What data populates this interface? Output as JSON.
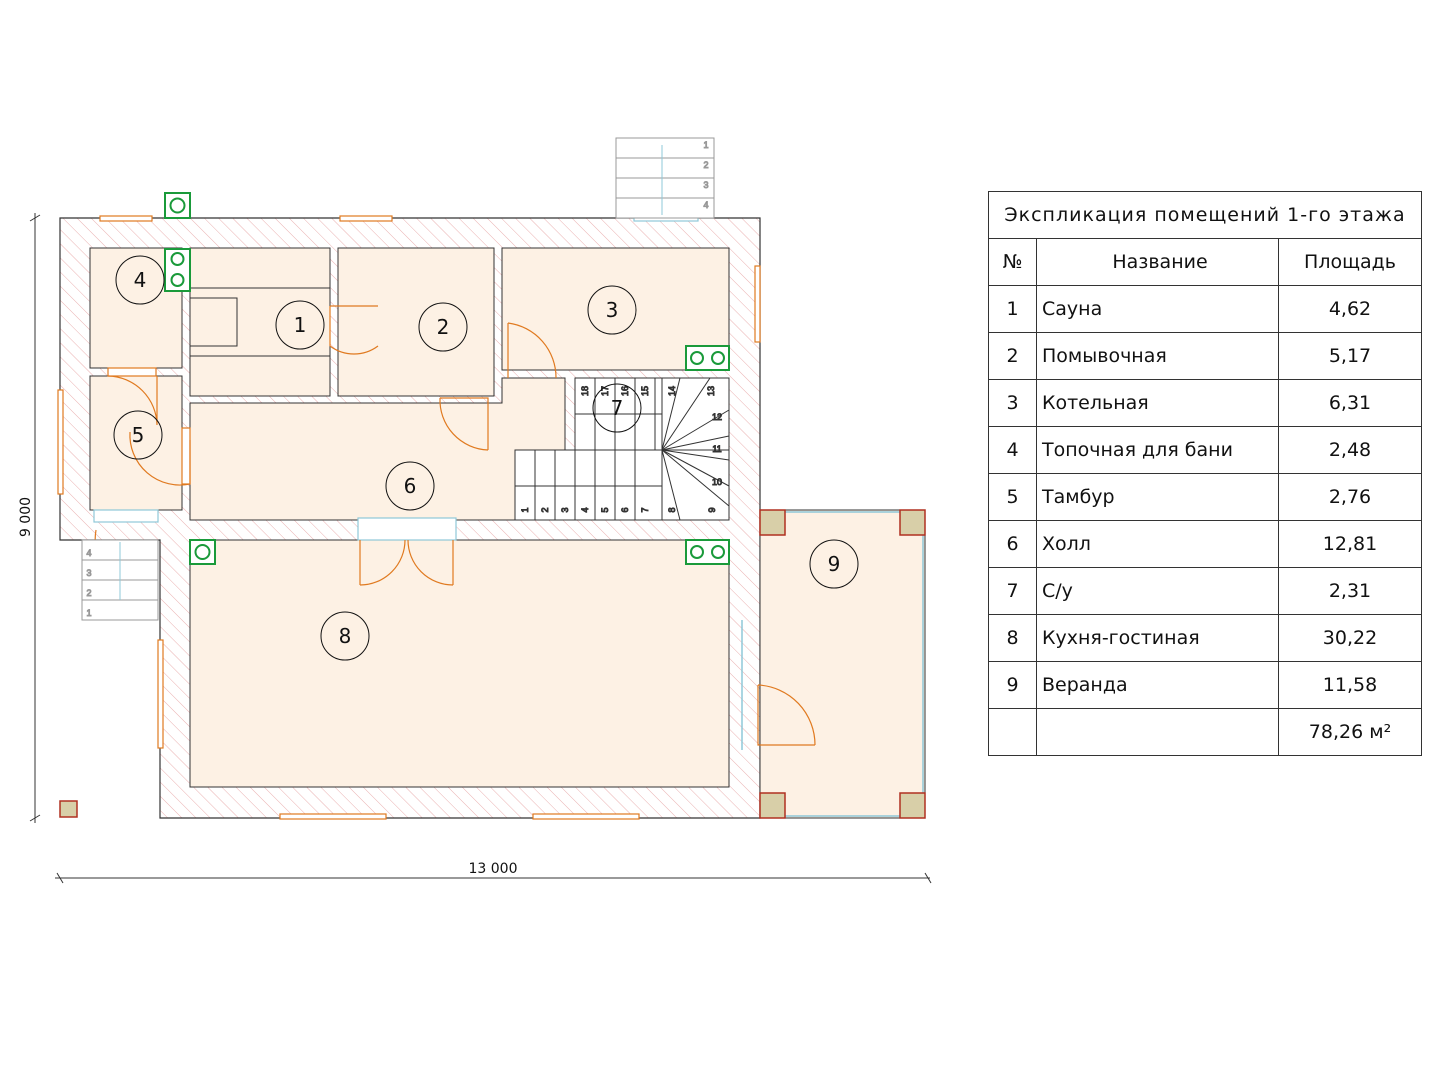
{
  "plan": {
    "rooms": [
      {
        "num": "1"
      },
      {
        "num": "2"
      },
      {
        "num": "3"
      },
      {
        "num": "4"
      },
      {
        "num": "5"
      },
      {
        "num": "6"
      },
      {
        "num": "7"
      },
      {
        "num": "8"
      },
      {
        "num": "9"
      }
    ],
    "dimensions": {
      "width": "13 000",
      "height": "9 000"
    },
    "stairs_main": [
      "1",
      "2",
      "3",
      "4",
      "5",
      "6",
      "7",
      "8",
      "9",
      "10",
      "11",
      "12",
      "13",
      "14",
      "15",
      "16",
      "17",
      "18"
    ],
    "stairs_porch_left": [
      "1",
      "2",
      "3",
      "4"
    ],
    "stairs_porch_top": [
      "1",
      "2",
      "3",
      "4"
    ]
  },
  "colors": {
    "room_fill": "#fdf1e4",
    "wall_hatch": "#e8a0a0",
    "door": "#e07a20",
    "window": "#8fc8d8",
    "vent": "#1a9a3a",
    "column": "#d8cfa8"
  },
  "table": {
    "title": "Экспликация помещений 1-го этажа",
    "headers": {
      "num": "№",
      "name": "Название",
      "area": "Площадь"
    },
    "rows": [
      {
        "num": "1",
        "name": "Сауна",
        "area": "4,62"
      },
      {
        "num": "2",
        "name": "Помывочная",
        "area": "5,17"
      },
      {
        "num": "3",
        "name": "Котельная",
        "area": "6,31"
      },
      {
        "num": "4",
        "name": "Топочная для бани",
        "area": "2,48"
      },
      {
        "num": "5",
        "name": "Тамбур",
        "area": "2,76"
      },
      {
        "num": "6",
        "name": "Холл",
        "area": "12,81"
      },
      {
        "num": "7",
        "name": "С/у",
        "area": "2,31"
      },
      {
        "num": "8",
        "name": "Кухня-гостиная",
        "area": "30,22"
      },
      {
        "num": "9",
        "name": "Веранда",
        "area": "11,58"
      }
    ],
    "total": "78,26 м²"
  }
}
